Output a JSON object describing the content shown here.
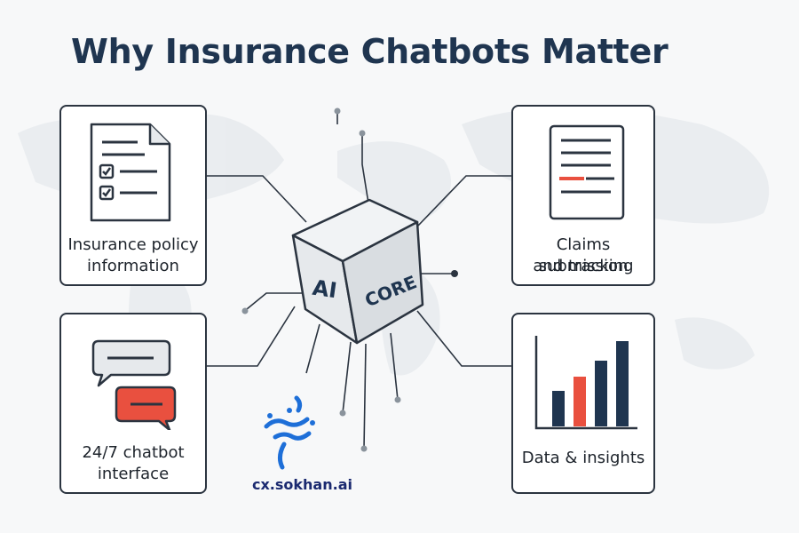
{
  "title": "Why Insurance Chatbots Matter",
  "core": {
    "left_face": "AI",
    "right_face": "CORE"
  },
  "cards": {
    "policy": {
      "line1": "Insurance policy",
      "line2": "information",
      "icon": "checklist-document-icon"
    },
    "claims": {
      "line1": "Claims submission",
      "line2": "and tracking",
      "icon": "claim-document-icon"
    },
    "chatbot": {
      "line1": "24/7 chatbot",
      "line2": "interface",
      "icon": "chat-bubbles-icon"
    },
    "data": {
      "line1": "Data & insights",
      "icon": "bar-chart-icon"
    }
  },
  "brand": "cx.sokhan.ai",
  "colors": {
    "title": "#1f3550",
    "accent_red": "#e9503f",
    "navy": "#1f3550",
    "brand_blue": "#1e6fd8"
  }
}
